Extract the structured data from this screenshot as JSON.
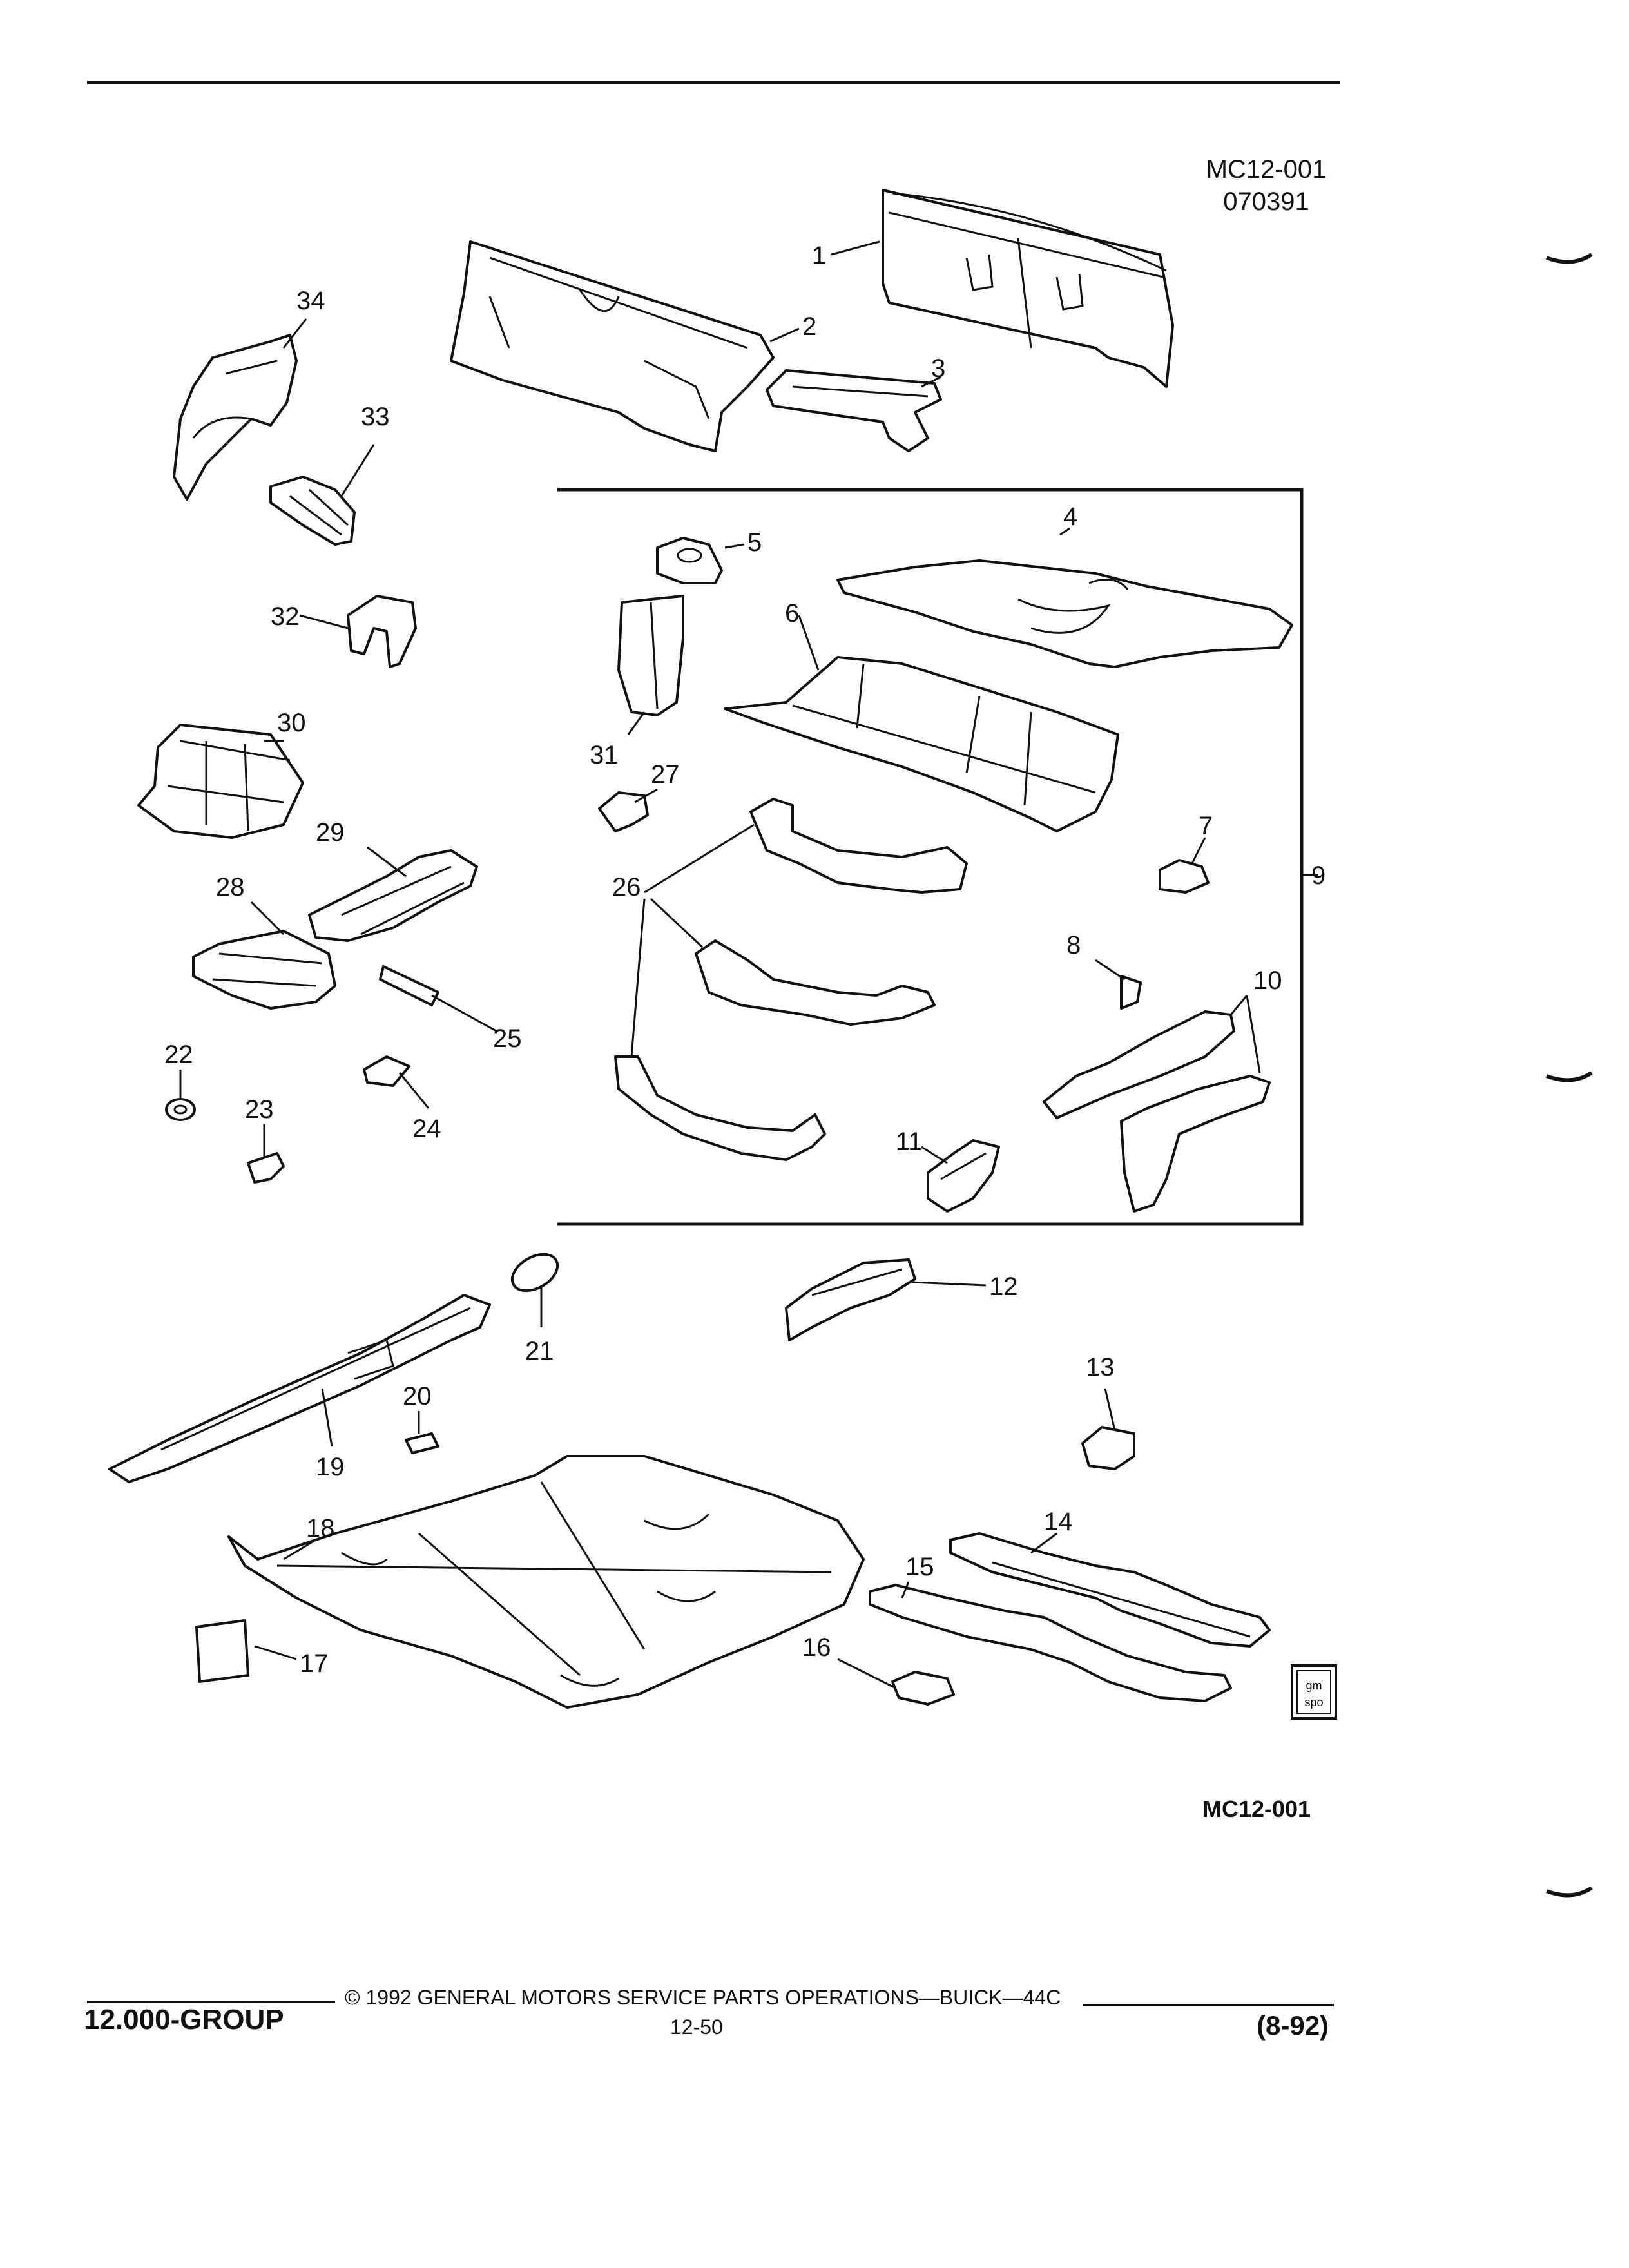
{
  "header": {
    "ref_code": "MC12-001",
    "ref_date": "070391"
  },
  "diagram": {
    "group_box_label": "9",
    "callouts": [
      "1",
      "2",
      "3",
      "4",
      "5",
      "6",
      "7",
      "8",
      "10",
      "11",
      "12",
      "13",
      "14",
      "15",
      "16",
      "17",
      "18",
      "19",
      "20",
      "21",
      "22",
      "23",
      "24",
      "25",
      "26",
      "27",
      "28",
      "29",
      "30",
      "31",
      "32",
      "33",
      "34"
    ]
  },
  "bottom_ref": "MC12-001",
  "logo_text": {
    "line1": "gm",
    "line2": "spo"
  },
  "footer": {
    "group": "12.000-GROUP",
    "copyright": "© 1992 GENERAL MOTORS SERVICE PARTS OPERATIONS—BUICK—44C",
    "page": "12-50",
    "date": "(8-92)"
  }
}
